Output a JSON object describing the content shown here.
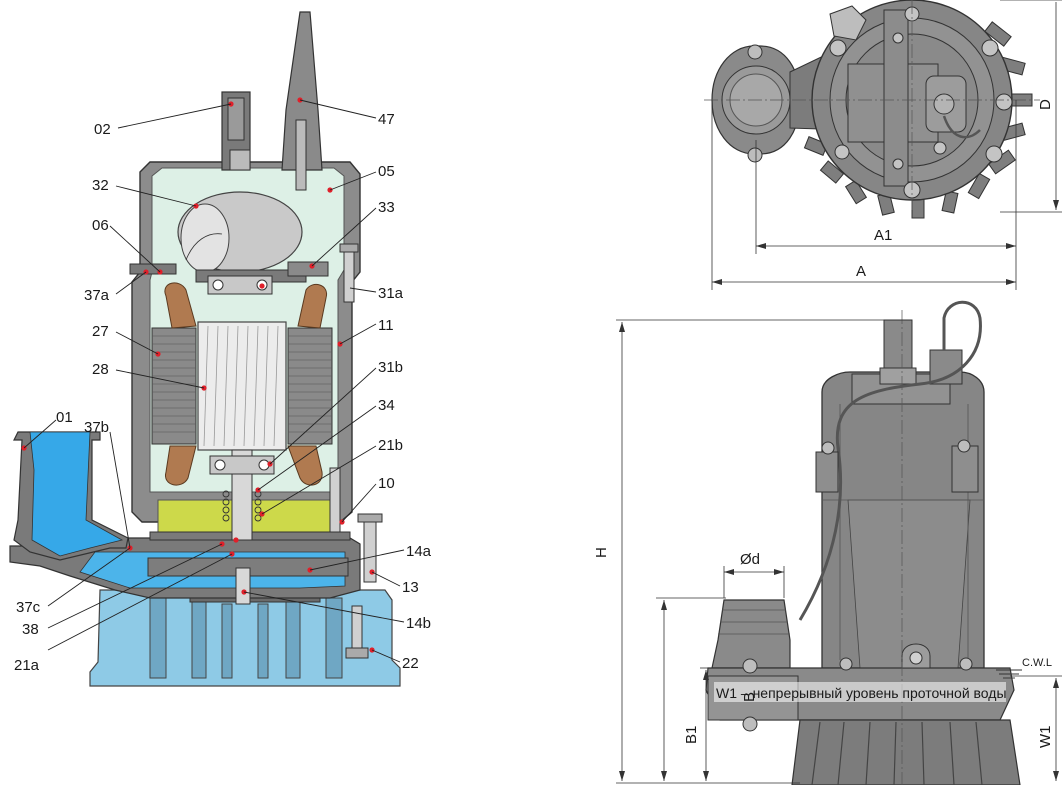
{
  "part_labels": [
    {
      "id": "02",
      "text": "02"
    },
    {
      "id": "47",
      "text": "47"
    },
    {
      "id": "32",
      "text": "32"
    },
    {
      "id": "05",
      "text": "05"
    },
    {
      "id": "06",
      "text": "06"
    },
    {
      "id": "33",
      "text": "33"
    },
    {
      "id": "37a",
      "text": "37a"
    },
    {
      "id": "31a",
      "text": "31a"
    },
    {
      "id": "27",
      "text": "27"
    },
    {
      "id": "11",
      "text": "11"
    },
    {
      "id": "28",
      "text": "28"
    },
    {
      "id": "31b",
      "text": "31b"
    },
    {
      "id": "01",
      "text": "01"
    },
    {
      "id": "37b",
      "text": "37b"
    },
    {
      "id": "34",
      "text": "34"
    },
    {
      "id": "21b",
      "text": "21b"
    },
    {
      "id": "10",
      "text": "10"
    },
    {
      "id": "14a",
      "text": "14a"
    },
    {
      "id": "13",
      "text": "13"
    },
    {
      "id": "37c",
      "text": "37c"
    },
    {
      "id": "38",
      "text": "38"
    },
    {
      "id": "14b",
      "text": "14b"
    },
    {
      "id": "21a",
      "text": "21a"
    },
    {
      "id": "22",
      "text": "22"
    }
  ],
  "dimensions": {
    "A": "A",
    "A1": "A1",
    "D": "D",
    "H": "H",
    "Od": "Ød",
    "B": "B",
    "B1": "B1",
    "W1": "W1",
    "cwl": "C.W.L",
    "w_note": "W1 – непрерывный уровень проточной воды"
  }
}
